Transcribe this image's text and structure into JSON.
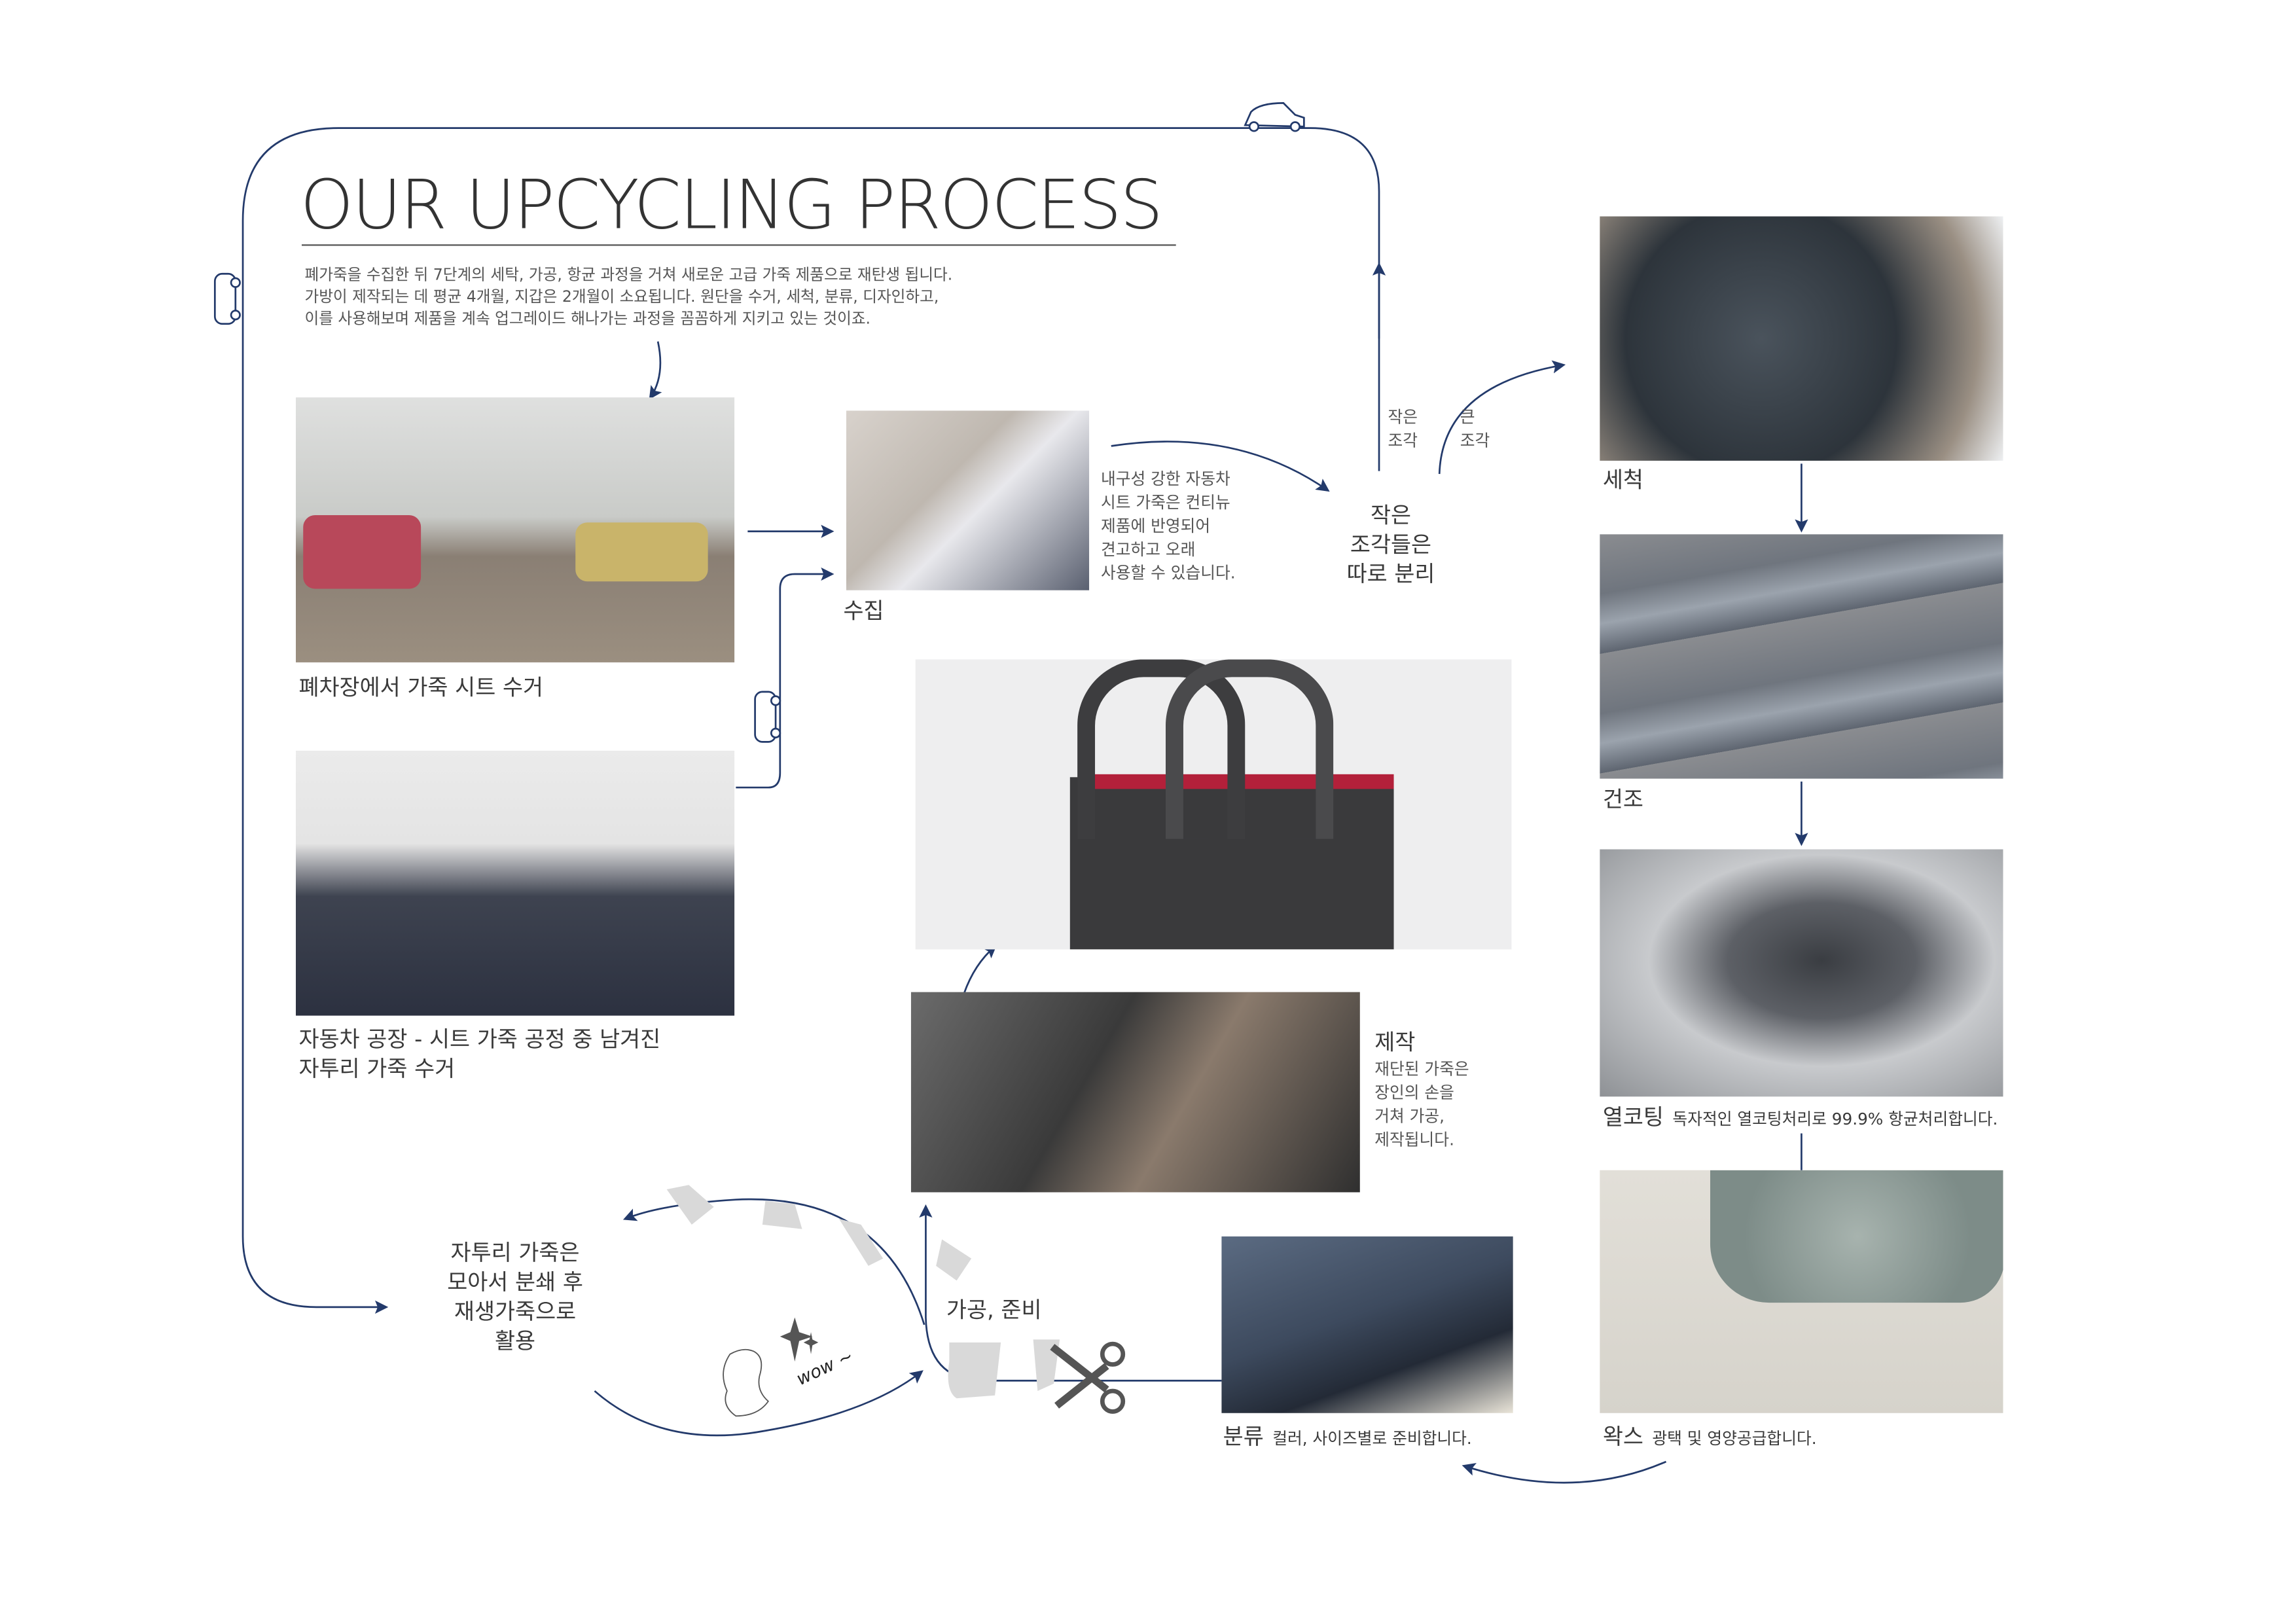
{
  "title": "OUR UPCYCLING PROCESS",
  "intro": [
    "폐가죽을 수집한 뒤 7단계의 세탁, 가공, 항균 과정을 거쳐 새로운 고급 가죽 제품으로 재탄생 됩니다.",
    "가방이 제작되는 데 평균 4개월, 지갑은 2개월이 소요됩니다. 원단을 수거, 세척, 분류, 디자인하고,",
    "이를 사용해보며 제품을 계속 업그레이드 해나가는 과정을 꼼꼼하게 지키고 있는 것이죠."
  ],
  "steps": {
    "junkyard": {
      "label": "폐차장에서 가죽 시트 수거"
    },
    "factory": {
      "label_lines": [
        "자동차 공장 - 시트 가죽 공정 중 남겨진",
        "자투리 가죽 수거"
      ]
    },
    "collect": {
      "label": "수집",
      "desc": "내구성 강한 자동차\n시트 가죽은 컨티뉴\n제품에 반영되어\n견고하고 오래\n사용할 수 있습니다."
    },
    "separate": {
      "label_lines": [
        "작은",
        "조각들은",
        "따로 분리"
      ],
      "small": "작은\n조각",
      "large": "큰\n조각"
    },
    "wash": {
      "label": "세척"
    },
    "dry": {
      "label": "건조"
    },
    "heat": {
      "label": "열코팅",
      "desc": "독자적인 열코팅처리로 99.9% 항균처리합니다."
    },
    "wax": {
      "label": "왁스",
      "desc": "광택 및 영양공급합니다."
    },
    "sort": {
      "label": "분류",
      "desc": "컬러, 사이즈별로 준비합니다."
    },
    "prep": {
      "label": "가공, 준비"
    },
    "make": {
      "label": "제작",
      "desc": "재단된 가죽은\n장인의 손을\n거쳐 가공,\n제작됩니다."
    },
    "scrap": {
      "label_lines": [
        "자투리 가죽은",
        "모아서 분쇄 후",
        "재생가죽으로",
        "활용"
      ],
      "wow": "wow ~"
    }
  },
  "colors": {
    "arrow": "#233a6b",
    "text": "#444444"
  }
}
